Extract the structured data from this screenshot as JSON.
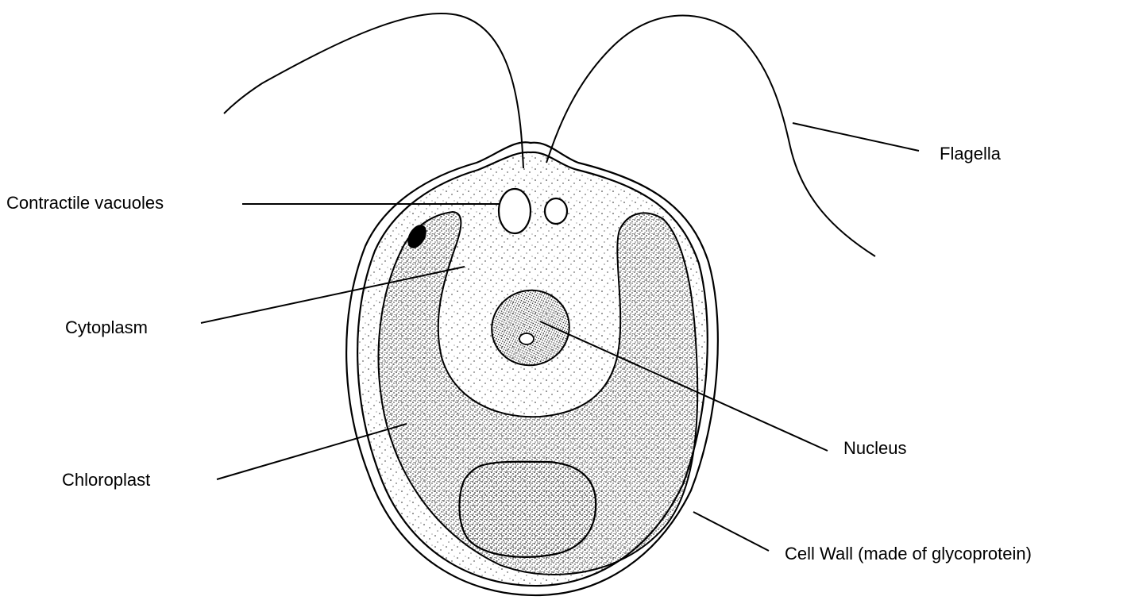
{
  "diagram": {
    "labels": {
      "flagella": "Flagella",
      "contractile_vacuoles": "Contractile vacuoles",
      "cytoplasm": "Cytoplasm",
      "chloroplast": "Chloroplast",
      "nucleus": "Nucleus",
      "cell_wall": "Cell Wall (made of glycoprotein)"
    }
  }
}
